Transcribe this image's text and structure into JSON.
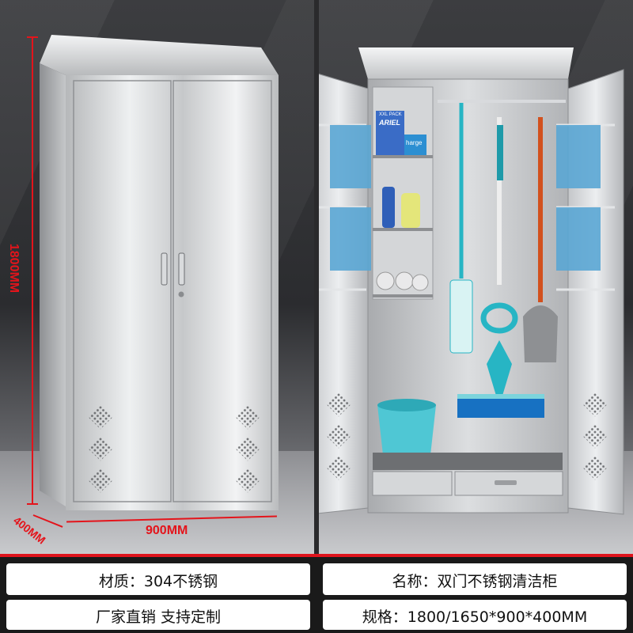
{
  "dimensions": {
    "height_label": "1800MM",
    "depth_label": "400MM",
    "width_label": "900MM"
  },
  "specs": {
    "material": "材质：304不锈钢",
    "factory": "厂家直销 支持定制",
    "name": "名称：双门不锈钢清洁柜",
    "size": "规格：1800/1650*900*400MM"
  },
  "product_labels": {
    "detergent_box": "ARIEL",
    "detergent_box_sub": "XXL PACK",
    "detergent_box2": "harge"
  },
  "colors": {
    "accent_red": "#e4141b",
    "tool_teal": "#27b5c4",
    "mop_handle_orange": "#d2511e"
  }
}
